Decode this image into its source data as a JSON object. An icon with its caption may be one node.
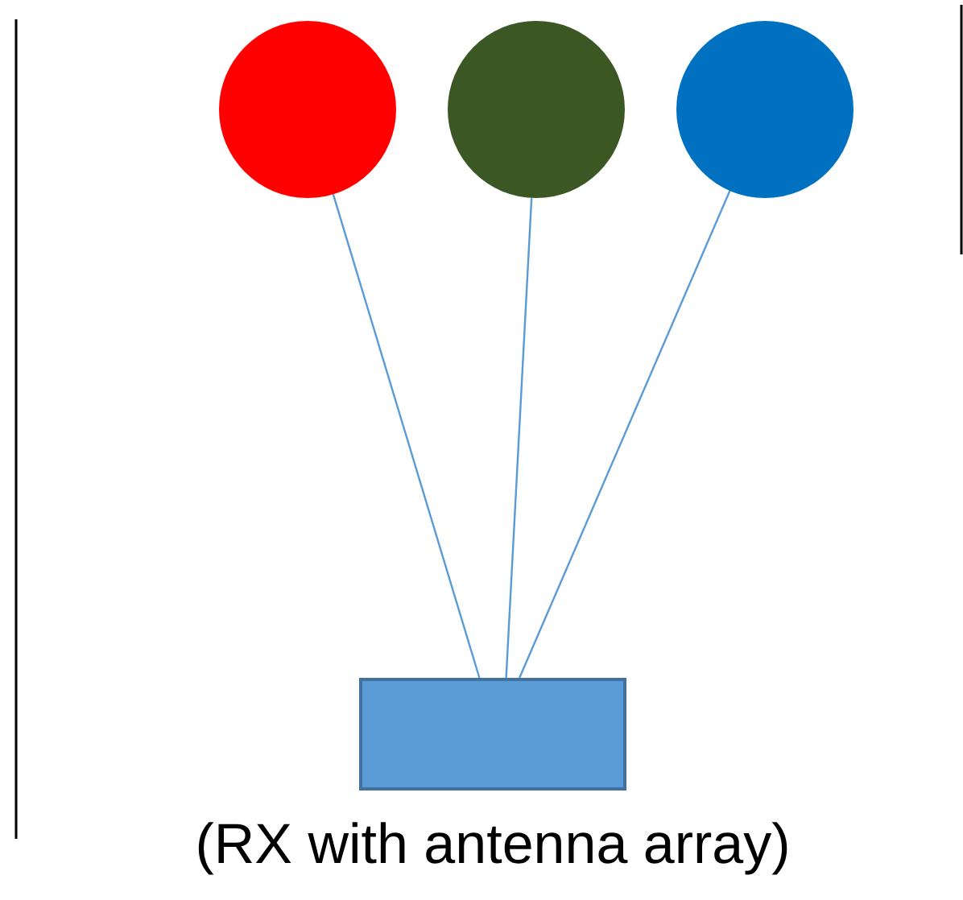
{
  "diagram": {
    "nodes": [
      {
        "text": [],
        "shape": "circle"
      },
      {
        "text": [],
        "shape": "circle"
      },
      {
        "text": [],
        "shape": "circle"
      },
      {
        "text": [],
        "shape": "box",
        "beside": [
          "(RX with antenna array)"
        ]
      }
    ],
    "edges": [
      {
        "from": 0,
        "to": 3,
        "arrow": "none"
      },
      {
        "from": 1,
        "to": 3,
        "arrow": "none"
      },
      {
        "from": 2,
        "to": 3,
        "arrow": "none"
      }
    ]
  }
}
